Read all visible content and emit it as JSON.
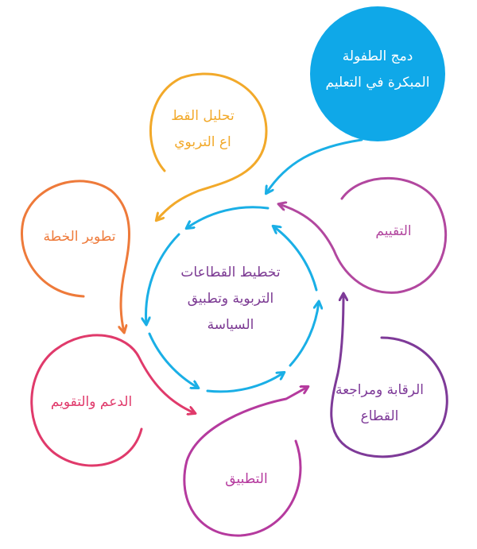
{
  "colors": {
    "center_blue": "#1AAFE6",
    "top_circle_fill": "#0FA8E8",
    "orange_light": "#F2A92A",
    "orange": "#EE7A3A",
    "crimson": "#E03A6B",
    "magenta": "#B53A9E",
    "purple_violet": "#B2479F",
    "purple_dark": "#7E3A98",
    "center_text": "#7C3A93"
  },
  "center": {
    "lines": [
      "تخطيط القطاعات",
      "التربوية وتطبيق",
      "السياسة"
    ]
  },
  "nodes": [
    {
      "id": "integration",
      "lines": [
        "دمج الطفولة",
        "المبكرة في التعليم"
      ],
      "color": "#ffffff"
    },
    {
      "id": "analysis",
      "lines": [
        "تحليل القط",
        "اع التربوي"
      ],
      "color": "#F2A92A"
    },
    {
      "id": "plan",
      "lines": [
        "تطوير الخطة"
      ],
      "color": "#EE7A3A"
    },
    {
      "id": "support",
      "lines": [
        "الدعم والتقويم"
      ],
      "color": "#E03A6B"
    },
    {
      "id": "implementation",
      "lines": [
        "التطبيق"
      ],
      "color": "#B53A9E"
    },
    {
      "id": "monitoring",
      "lines": [
        "الرقابة ومراجعة",
        "القطاع"
      ],
      "color": "#7E3A98"
    },
    {
      "id": "evaluation",
      "lines": [
        "التقييم"
      ],
      "color": "#B2479F"
    }
  ]
}
